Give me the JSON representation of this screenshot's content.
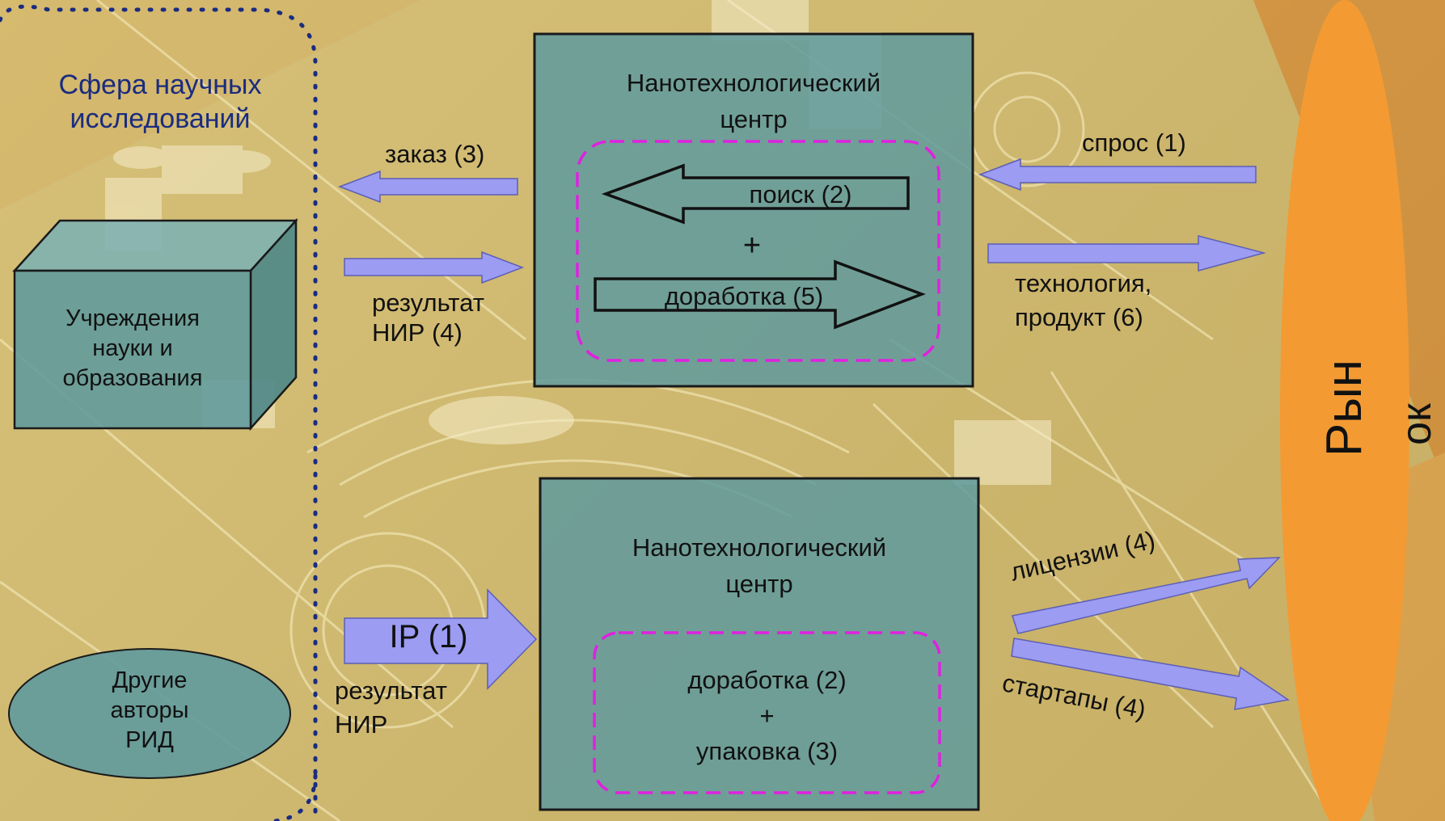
{
  "science_sphere": {
    "title_line1": "Сфера научных",
    "title_line2": "исследований"
  },
  "institutions": {
    "line1": "Учреждения",
    "line2": "науки и",
    "line3": "образования"
  },
  "other_authors": {
    "line1": "Другие",
    "line2": "авторы",
    "line3": "РИД"
  },
  "center_top": {
    "title_line1": "Нанотехнологический",
    "title_line2": "центр",
    "search": "поиск (2)",
    "plus": "+",
    "refinement": "доработка (5)"
  },
  "center_bottom": {
    "title_line1": "Нанотехнологический",
    "title_line2": "центр",
    "refinement": "доработка (2)",
    "plus": "+",
    "packaging": "упаковка (3)"
  },
  "arrows_top": {
    "order": "заказ (3)",
    "result_line1": "результат",
    "result_line2": "НИР (4)",
    "demand": "спрос (1)",
    "tech_line1": "технология,",
    "tech_line2": "продукт (6)"
  },
  "arrows_bottom": {
    "ip": "IP (1)",
    "result_line1": "результат",
    "result_line2": "НИР",
    "licenses": "лицензии (4)",
    "startups": "стартапы (4)"
  },
  "market": {
    "part1": "Рын",
    "part2": "ок"
  },
  "colors": {
    "box_fill": "#5f9a9d",
    "arrow_fill": "#9b9cf2",
    "dashed_border": "#e020e0",
    "market_fill": "#f39a33",
    "sphere_text": "#1a2c80"
  }
}
